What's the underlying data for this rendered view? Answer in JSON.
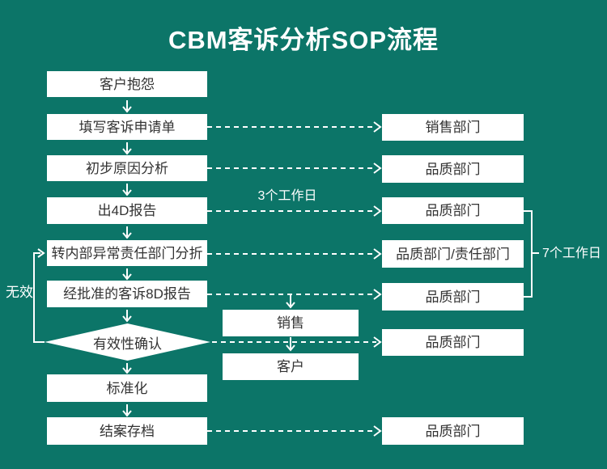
{
  "title": "CBM客诉分析SOP流程",
  "colors": {
    "background": "#0C7568",
    "box_background": "#FFFFFF",
    "box_text": "#333333",
    "connector": "#FFFFFF",
    "title_text": "#FFFFFF"
  },
  "steps": {
    "customer_complaint": "客户抱怨",
    "fill_complaint_form": "填写客诉申请单",
    "initial_cause_analysis": "初步原因分析",
    "issue_4d_report": "出4D报告",
    "internal_dept_analysis": "转内部异常责任部门分折",
    "approved_8d_report": "经批准的客诉8D报告",
    "effectiveness_check": "有效性确认",
    "standardize": "标准化",
    "close_and_archive": "结案存档",
    "sales": "销售",
    "customer": "客户"
  },
  "departments": [
    "销售部门",
    "品质部门",
    "品质部门",
    "品质部门/责任部门",
    "品质部门",
    "品质部门",
    "品质部门"
  ],
  "annotations": {
    "three_working_days": "3个工作日",
    "seven_working_days": "7个工作日",
    "invalid": "无效"
  }
}
